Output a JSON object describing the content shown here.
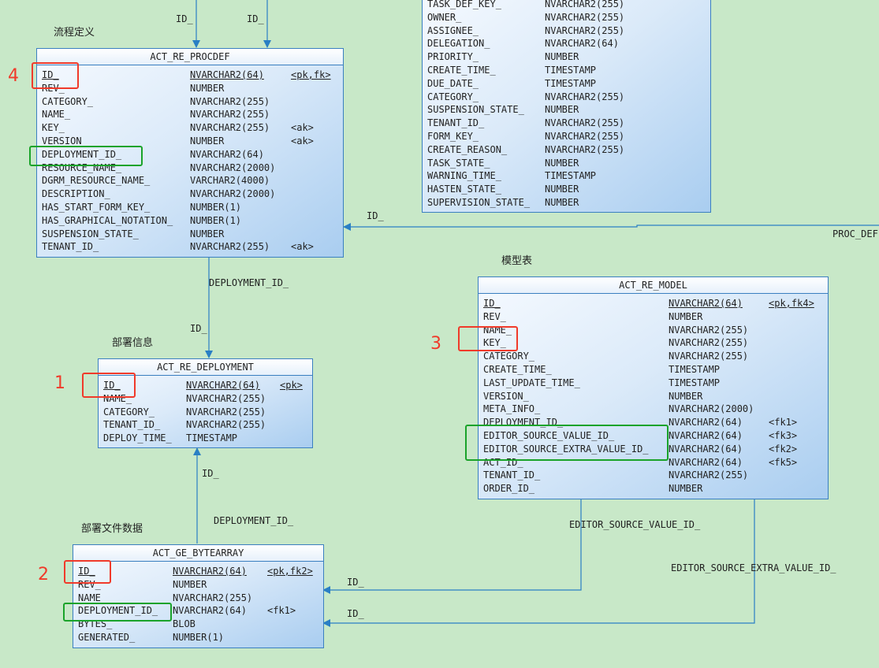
{
  "labels": {
    "procdef_cn": "流程定义",
    "deployment_cn": "部署信息",
    "bytearray_cn": "部署文件数据",
    "model_cn": "模型表"
  },
  "numbers": {
    "n1": "1",
    "n2": "2",
    "n3": "3",
    "n4": "4"
  },
  "edges": {
    "id_top_a": "ID_",
    "id_top_b": "ID_",
    "id_proc": "ID_",
    "proc_def": "PROC_DEF",
    "deployment_id_a": "DEPLOYMENT_ID_",
    "id_dep": "ID_",
    "id_dep_up": "ID_",
    "deployment_id_b": "DEPLOYMENT_ID_",
    "editor_source_value_id": "EDITOR_SOURCE_VALUE_ID_",
    "editor_source_extra_value_id": "EDITOR_SOURCE_EXTRA_VALUE_ID_",
    "id_ba1": "ID_",
    "id_ba2": "ID_"
  },
  "tables": {
    "task": {
      "rows": [
        {
          "name": "TASK_DEF_KEY_",
          "type": "NVARCHAR2(255)",
          "key": ""
        },
        {
          "name": "OWNER_",
          "type": "NVARCHAR2(255)",
          "key": ""
        },
        {
          "name": "ASSIGNEE_",
          "type": "NVARCHAR2(255)",
          "key": ""
        },
        {
          "name": "DELEGATION_",
          "type": "NVARCHAR2(64)",
          "key": ""
        },
        {
          "name": "PRIORITY_",
          "type": "NUMBER",
          "key": ""
        },
        {
          "name": "CREATE_TIME_",
          "type": "TIMESTAMP",
          "key": ""
        },
        {
          "name": "DUE_DATE_",
          "type": "TIMESTAMP",
          "key": ""
        },
        {
          "name": "CATEGORY_",
          "type": "NVARCHAR2(255)",
          "key": ""
        },
        {
          "name": "SUSPENSION_STATE_",
          "type": "NUMBER",
          "key": ""
        },
        {
          "name": "TENANT_ID_",
          "type": "NVARCHAR2(255)",
          "key": ""
        },
        {
          "name": "FORM_KEY_",
          "type": "NVARCHAR2(255)",
          "key": ""
        },
        {
          "name": "CREATE_REASON_",
          "type": "NVARCHAR2(255)",
          "key": ""
        },
        {
          "name": "TASK_STATE_",
          "type": "NUMBER",
          "key": ""
        },
        {
          "name": "WARNING_TIME_",
          "type": "TIMESTAMP",
          "key": ""
        },
        {
          "name": "HASTEN_STATE_",
          "type": "NUMBER",
          "key": ""
        },
        {
          "name": "SUPERVISION_STATE_",
          "type": "NUMBER",
          "key": ""
        }
      ]
    },
    "procdef": {
      "title": "ACT_RE_PROCDEF",
      "rows": [
        {
          "name": "ID_",
          "type": "NVARCHAR2(64)",
          "key": "<pk,fk>",
          "u": true
        },
        {
          "name": "REV_",
          "type": "NUMBER",
          "key": ""
        },
        {
          "name": "CATEGORY_",
          "type": "NVARCHAR2(255)",
          "key": ""
        },
        {
          "name": "NAME_",
          "type": "NVARCHAR2(255)",
          "key": ""
        },
        {
          "name": "KEY_",
          "type": "NVARCHAR2(255)",
          "key": "<ak>"
        },
        {
          "name": "VERSION_",
          "type": "NUMBER",
          "key": "<ak>"
        },
        {
          "name": "DEPLOYMENT_ID_",
          "type": "NVARCHAR2(64)",
          "key": ""
        },
        {
          "name": "RESOURCE_NAME_",
          "type": "NVARCHAR2(2000)",
          "key": ""
        },
        {
          "name": "DGRM_RESOURCE_NAME_",
          "type": "VARCHAR2(4000)",
          "key": ""
        },
        {
          "name": "DESCRIPTION_",
          "type": "NVARCHAR2(2000)",
          "key": ""
        },
        {
          "name": "HAS_START_FORM_KEY_",
          "type": "NUMBER(1)",
          "key": ""
        },
        {
          "name": "HAS_GRAPHICAL_NOTATION_",
          "type": "NUMBER(1)",
          "key": ""
        },
        {
          "name": "SUSPENSION_STATE_",
          "type": "NUMBER",
          "key": ""
        },
        {
          "name": "TENANT_ID_",
          "type": "NVARCHAR2(255)",
          "key": "<ak>"
        }
      ]
    },
    "deployment": {
      "title": "ACT_RE_DEPLOYMENT",
      "rows": [
        {
          "name": "ID_",
          "type": "NVARCHAR2(64)",
          "key": "<pk>",
          "u": true
        },
        {
          "name": "NAME_",
          "type": "NVARCHAR2(255)",
          "key": ""
        },
        {
          "name": "CATEGORY_",
          "type": "NVARCHAR2(255)",
          "key": ""
        },
        {
          "name": "TENANT_ID_",
          "type": "NVARCHAR2(255)",
          "key": ""
        },
        {
          "name": "DEPLOY_TIME_",
          "type": "TIMESTAMP",
          "key": ""
        }
      ]
    },
    "bytearray": {
      "title": "ACT_GE_BYTEARRAY",
      "rows": [
        {
          "name": "ID_",
          "type": "NVARCHAR2(64)",
          "key": "<pk,fk2>",
          "u": true
        },
        {
          "name": "REV_",
          "type": "NUMBER",
          "key": ""
        },
        {
          "name": "NAME_",
          "type": "NVARCHAR2(255)",
          "key": ""
        },
        {
          "name": "DEPLOYMENT_ID_",
          "type": "NVARCHAR2(64)",
          "key": "<fk1>"
        },
        {
          "name": "BYTES_",
          "type": "BLOB",
          "key": ""
        },
        {
          "name": "GENERATED_",
          "type": "NUMBER(1)",
          "key": ""
        }
      ]
    },
    "model": {
      "title": "ACT_RE_MODEL",
      "rows": [
        {
          "name": "ID_",
          "type": "NVARCHAR2(64)",
          "key": "<pk,fk4>",
          "u": true
        },
        {
          "name": "REV_",
          "type": "NUMBER",
          "key": ""
        },
        {
          "name": "NAME_",
          "type": "NVARCHAR2(255)",
          "key": ""
        },
        {
          "name": "KEY_",
          "type": "NVARCHAR2(255)",
          "key": ""
        },
        {
          "name": "CATEGORY_",
          "type": "NVARCHAR2(255)",
          "key": ""
        },
        {
          "name": "CREATE_TIME_",
          "type": "TIMESTAMP",
          "key": ""
        },
        {
          "name": "LAST_UPDATE_TIME_",
          "type": "TIMESTAMP",
          "key": ""
        },
        {
          "name": "VERSION_",
          "type": "NUMBER",
          "key": ""
        },
        {
          "name": "META_INFO_",
          "type": "NVARCHAR2(2000)",
          "key": ""
        },
        {
          "name": "DEPLOYMENT_ID_",
          "type": "NVARCHAR2(64)",
          "key": "<fk1>"
        },
        {
          "name": "EDITOR_SOURCE_VALUE_ID_",
          "type": "NVARCHAR2(64)",
          "key": "<fk3>"
        },
        {
          "name": "EDITOR_SOURCE_EXTRA_VALUE_ID_",
          "type": "NVARCHAR2(64)",
          "key": "<fk2>"
        },
        {
          "name": "ACT_ID_",
          "type": "NVARCHAR2(64)",
          "key": "<fk5>"
        },
        {
          "name": "TENANT_ID_",
          "type": "NVARCHAR2(255)",
          "key": ""
        },
        {
          "name": "ORDER_ID_",
          "type": "NUMBER",
          "key": ""
        }
      ]
    }
  }
}
